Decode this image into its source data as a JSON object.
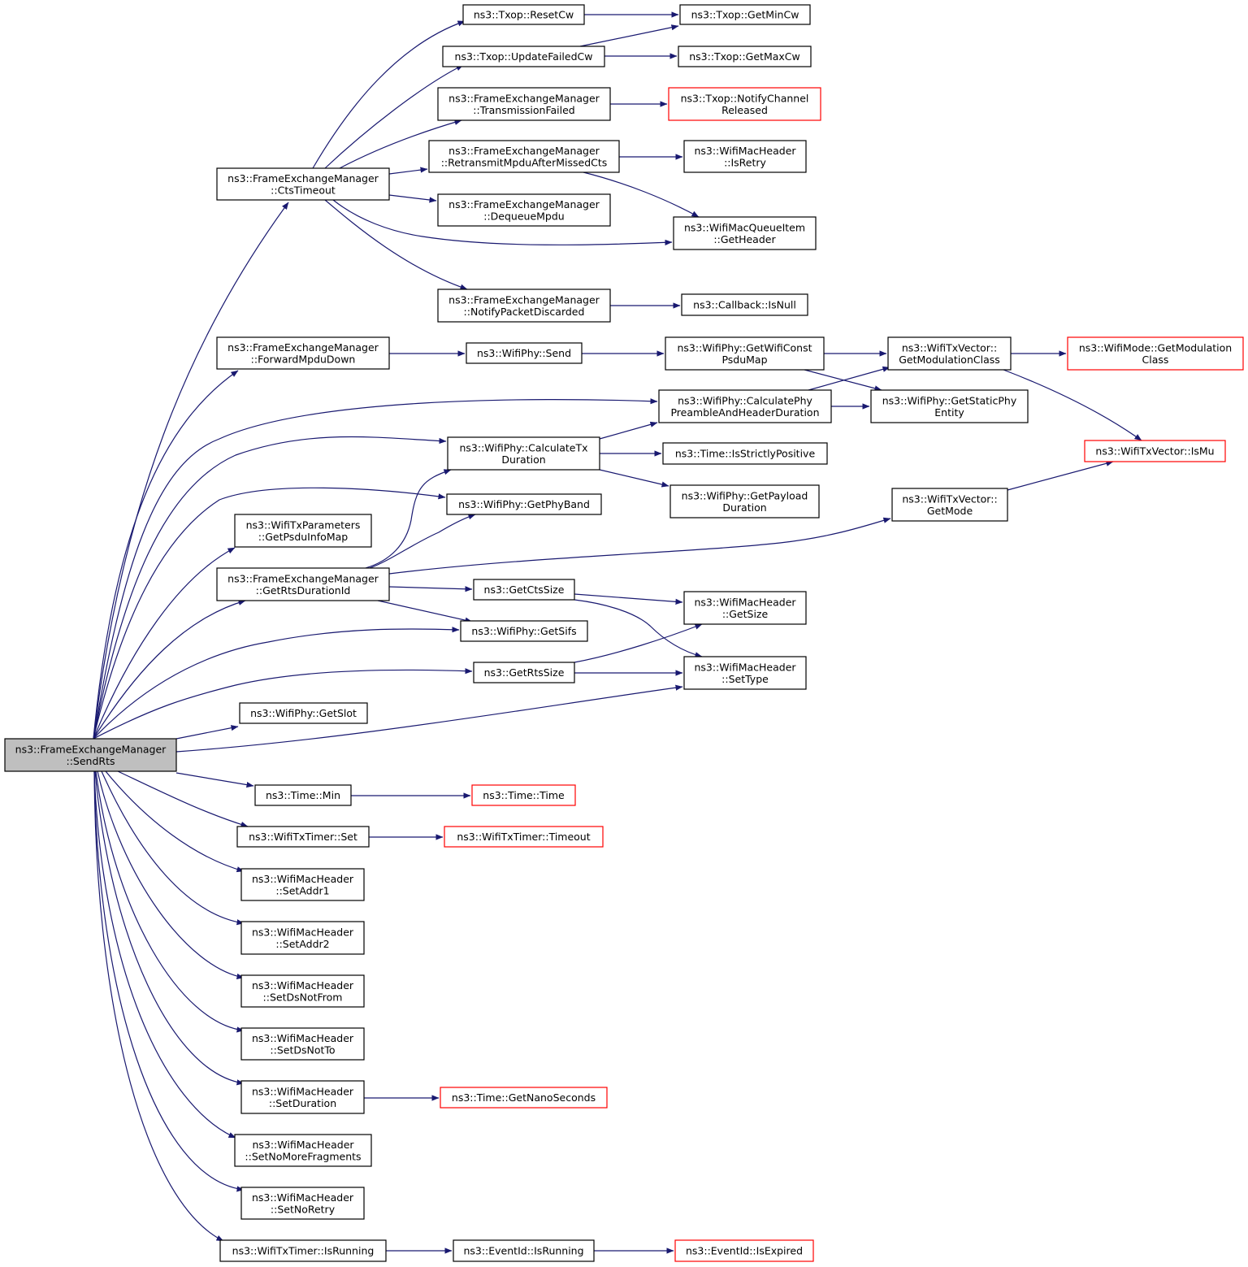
{
  "graph": {
    "colors": {
      "edge": "#191970",
      "arrowhead": "#191970",
      "node_border": "#000000",
      "truncated_node_border": "#ff0000",
      "root_fill": "#bfbfbf",
      "node_fill": "#ffffff"
    },
    "nodes": {
      "root": {
        "lines": [
          "ns3::FrameExchangeManager",
          "::SendRts"
        ],
        "variant": "root"
      },
      "ctsTimeout": {
        "lines": [
          "ns3::FrameExchangeManager",
          "::CtsTimeout"
        ]
      },
      "forwardMpduDown": {
        "lines": [
          "ns3::FrameExchangeManager",
          "::ForwardMpduDown"
        ]
      },
      "getPsduInfoMap": {
        "lines": [
          "ns3::WifiTxParameters",
          "::GetPsduInfoMap"
        ]
      },
      "getRtsDurationId": {
        "lines": [
          "ns3::FrameExchangeManager",
          "::GetRtsDurationId"
        ]
      },
      "getSlot": {
        "lines": [
          "ns3::WifiPhy::GetSlot"
        ]
      },
      "timeMin": {
        "lines": [
          "ns3::Time::Min"
        ]
      },
      "txTimerSet": {
        "lines": [
          "ns3::WifiTxTimer::Set"
        ]
      },
      "setAddr1": {
        "lines": [
          "ns3::WifiMacHeader",
          "::SetAddr1"
        ]
      },
      "setAddr2": {
        "lines": [
          "ns3::WifiMacHeader",
          "::SetAddr2"
        ]
      },
      "setDsNotFrom": {
        "lines": [
          "ns3::WifiMacHeader",
          "::SetDsNotFrom"
        ]
      },
      "setDsNotTo": {
        "lines": [
          "ns3::WifiMacHeader",
          "::SetDsNotTo"
        ]
      },
      "setDuration": {
        "lines": [
          "ns3::WifiMacHeader",
          "::SetDuration"
        ]
      },
      "setNoMoreFragments": {
        "lines": [
          "ns3::WifiMacHeader",
          "::SetNoMoreFragments"
        ]
      },
      "setNoRetry": {
        "lines": [
          "ns3::WifiMacHeader",
          "::SetNoRetry"
        ]
      },
      "txTimerIsRunning": {
        "lines": [
          "ns3::WifiTxTimer::IsRunning"
        ]
      },
      "resetCw": {
        "lines": [
          "ns3::Txop::ResetCw"
        ]
      },
      "updateFailedCw": {
        "lines": [
          "ns3::Txop::UpdateFailedCw"
        ]
      },
      "transmissionFailed": {
        "lines": [
          "ns3::FrameExchangeManager",
          "::TransmissionFailed"
        ]
      },
      "retransmitMpdu": {
        "lines": [
          "ns3::FrameExchangeManager",
          "::RetransmitMpduAfterMissedCts"
        ]
      },
      "dequeueMpdu": {
        "lines": [
          "ns3::FrameExchangeManager",
          "::DequeueMpdu"
        ]
      },
      "notifyPacketDiscarded": {
        "lines": [
          "ns3::FrameExchangeManager",
          "::NotifyPacketDiscarded"
        ]
      },
      "phySend": {
        "lines": [
          "ns3::WifiPhy::Send"
        ]
      },
      "calcTxDuration": {
        "lines": [
          "ns3::WifiPhy::CalculateTx",
          "Duration"
        ]
      },
      "getPhyBand": {
        "lines": [
          "ns3::WifiPhy::GetPhyBand"
        ]
      },
      "getCtsSize": {
        "lines": [
          "ns3::GetCtsSize"
        ]
      },
      "getSifs": {
        "lines": [
          "ns3::WifiPhy::GetSifs"
        ]
      },
      "getRtsSize": {
        "lines": [
          "ns3::GetRtsSize"
        ]
      },
      "timeCtor": {
        "lines": [
          "ns3::Time::Time"
        ],
        "variant": "truncated"
      },
      "txTimerTimeout": {
        "lines": [
          "ns3::WifiTxTimer::Timeout"
        ],
        "variant": "truncated"
      },
      "getNanoSeconds": {
        "lines": [
          "ns3::Time::GetNanoSeconds"
        ],
        "variant": "truncated"
      },
      "eventIsRunning": {
        "lines": [
          "ns3::EventId::IsRunning"
        ]
      },
      "getMinCw": {
        "lines": [
          "ns3::Txop::GetMinCw"
        ]
      },
      "getMaxCw": {
        "lines": [
          "ns3::Txop::GetMaxCw"
        ]
      },
      "notifyChannelReleased": {
        "lines": [
          "ns3::Txop::NotifyChannel",
          "Released"
        ],
        "variant": "truncated"
      },
      "isRetry": {
        "lines": [
          "ns3::WifiMacHeader",
          "::IsRetry"
        ]
      },
      "queueItemGetHeader": {
        "lines": [
          "ns3::WifiMacQueueItem",
          "::GetHeader"
        ]
      },
      "callbackIsNull": {
        "lines": [
          "ns3::Callback::IsNull"
        ]
      },
      "getWifiConstPsduMap": {
        "lines": [
          "ns3::WifiPhy::GetWifiConst",
          "PsduMap"
        ]
      },
      "calcPreamble": {
        "lines": [
          "ns3::WifiPhy::CalculatePhy",
          "PreambleAndHeaderDuration"
        ]
      },
      "isStrictlyPositive": {
        "lines": [
          "ns3::Time::IsStrictlyPositive"
        ]
      },
      "getPayloadDuration": {
        "lines": [
          "ns3::WifiPhy::GetPayload",
          "Duration"
        ]
      },
      "macHeaderGetSize": {
        "lines": [
          "ns3::WifiMacHeader",
          "::GetSize"
        ]
      },
      "macHeaderSetType": {
        "lines": [
          "ns3::WifiMacHeader",
          "::SetType"
        ]
      },
      "eventIsExpired": {
        "lines": [
          "ns3::EventId::IsExpired"
        ],
        "variant": "truncated"
      },
      "getModulationClass": {
        "lines": [
          "ns3::WifiTxVector::",
          "GetModulationClass"
        ]
      },
      "getStaticPhyEntity": {
        "lines": [
          "ns3::WifiPhy::GetStaticPhy",
          "Entity"
        ]
      },
      "txVectorGetMode": {
        "lines": [
          "ns3::WifiTxVector::",
          "GetMode"
        ]
      },
      "modeGetModulationClass": {
        "lines": [
          "ns3::WifiMode::GetModulation",
          "Class"
        ],
        "variant": "truncated"
      },
      "txVectorIsMu": {
        "lines": [
          "ns3::WifiTxVector::IsMu"
        ],
        "variant": "truncated"
      }
    },
    "edges": [
      [
        "root",
        "ctsTimeout"
      ],
      [
        "root",
        "forwardMpduDown"
      ],
      [
        "root",
        "calcPreamble"
      ],
      [
        "root",
        "calcTxDuration"
      ],
      [
        "root",
        "getPhyBand"
      ],
      [
        "root",
        "getPsduInfoMap"
      ],
      [
        "root",
        "getRtsDurationId"
      ],
      [
        "root",
        "getSifs"
      ],
      [
        "root",
        "getRtsSize"
      ],
      [
        "root",
        "getSlot"
      ],
      [
        "root",
        "macHeaderSetType"
      ],
      [
        "root",
        "timeMin"
      ],
      [
        "root",
        "txTimerSet"
      ],
      [
        "root",
        "setAddr1"
      ],
      [
        "root",
        "setAddr2"
      ],
      [
        "root",
        "setDsNotFrom"
      ],
      [
        "root",
        "setDsNotTo"
      ],
      [
        "root",
        "setDuration"
      ],
      [
        "root",
        "setNoMoreFragments"
      ],
      [
        "root",
        "setNoRetry"
      ],
      [
        "root",
        "txTimerIsRunning"
      ],
      [
        "ctsTimeout",
        "resetCw"
      ],
      [
        "ctsTimeout",
        "updateFailedCw"
      ],
      [
        "ctsTimeout",
        "transmissionFailed"
      ],
      [
        "ctsTimeout",
        "retransmitMpdu"
      ],
      [
        "ctsTimeout",
        "dequeueMpdu"
      ],
      [
        "ctsTimeout",
        "queueItemGetHeader"
      ],
      [
        "ctsTimeout",
        "notifyPacketDiscarded"
      ],
      [
        "resetCw",
        "getMinCw"
      ],
      [
        "updateFailedCw",
        "getMinCw"
      ],
      [
        "updateFailedCw",
        "getMaxCw"
      ],
      [
        "transmissionFailed",
        "notifyChannelReleased"
      ],
      [
        "retransmitMpdu",
        "isRetry"
      ],
      [
        "retransmitMpdu",
        "queueItemGetHeader"
      ],
      [
        "notifyPacketDiscarded",
        "callbackIsNull"
      ],
      [
        "forwardMpduDown",
        "phySend"
      ],
      [
        "phySend",
        "getWifiConstPsduMap"
      ],
      [
        "getWifiConstPsduMap",
        "getModulationClass"
      ],
      [
        "getWifiConstPsduMap",
        "getStaticPhyEntity"
      ],
      [
        "getModulationClass",
        "modeGetModulationClass"
      ],
      [
        "getModulationClass",
        "txVectorIsMu"
      ],
      [
        "calcPreamble",
        "getModulationClass"
      ],
      [
        "calcPreamble",
        "getStaticPhyEntity"
      ],
      [
        "calcTxDuration",
        "calcPreamble"
      ],
      [
        "calcTxDuration",
        "isStrictlyPositive"
      ],
      [
        "calcTxDuration",
        "getPayloadDuration"
      ],
      [
        "getRtsDurationId",
        "calcTxDuration"
      ],
      [
        "getRtsDurationId",
        "getPhyBand"
      ],
      [
        "getRtsDurationId",
        "txVectorGetMode"
      ],
      [
        "getRtsDurationId",
        "getCtsSize"
      ],
      [
        "getRtsDurationId",
        "getSifs"
      ],
      [
        "txVectorGetMode",
        "txVectorIsMu"
      ],
      [
        "getCtsSize",
        "macHeaderGetSize"
      ],
      [
        "getCtsSize",
        "macHeaderSetType"
      ],
      [
        "getRtsSize",
        "macHeaderGetSize"
      ],
      [
        "getRtsSize",
        "macHeaderSetType"
      ],
      [
        "timeMin",
        "timeCtor"
      ],
      [
        "txTimerSet",
        "txTimerTimeout"
      ],
      [
        "setDuration",
        "getNanoSeconds"
      ],
      [
        "txTimerIsRunning",
        "eventIsRunning"
      ],
      [
        "eventIsRunning",
        "eventIsExpired"
      ]
    ]
  }
}
